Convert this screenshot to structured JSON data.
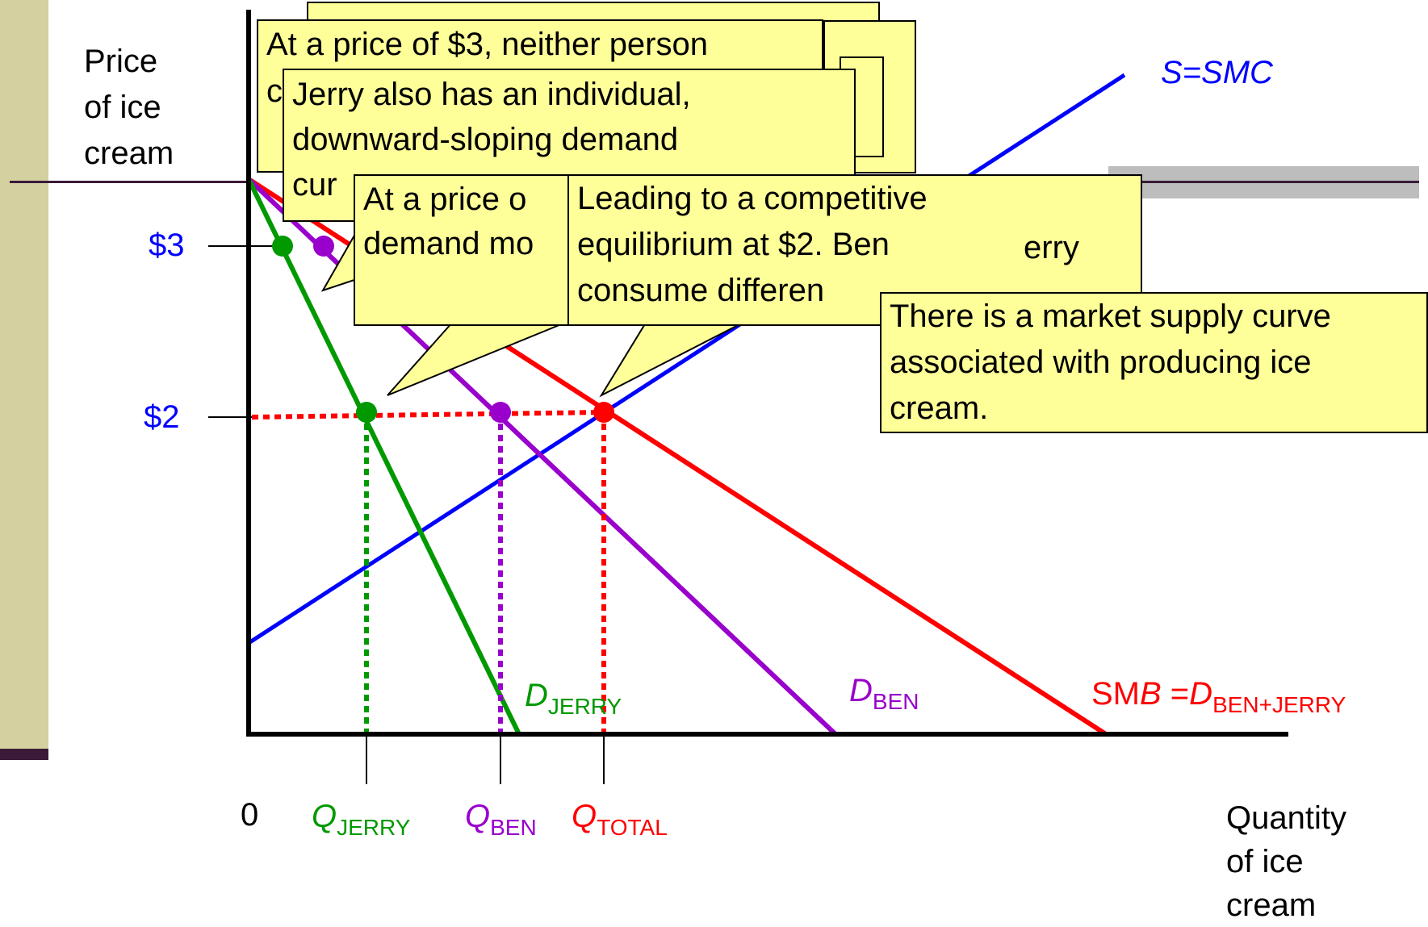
{
  "axes": {
    "y_title": [
      "Price",
      "of ice",
      "cream"
    ],
    "x_title": [
      "Quantity",
      "of ice",
      "cream"
    ],
    "origin": "0"
  },
  "price_ticks": [
    {
      "label": "$3",
      "value": 3
    },
    {
      "label": "$2",
      "value": 2
    }
  ],
  "quantity_ticks": [
    {
      "main": "Q",
      "sub": "JERRY",
      "color": "#009900"
    },
    {
      "main": "Q",
      "sub": "BEN",
      "color": "#9900cc"
    },
    {
      "main": "Q",
      "sub": "TOTAL",
      "color": "#ff0000"
    }
  ],
  "curve_labels": {
    "supply": "S=SMC",
    "d_jerry": {
      "main": "D",
      "sub": "JERRY"
    },
    "d_ben": {
      "main": "D",
      "sub": "BEN"
    },
    "smb": {
      "prefix": "SM",
      "italic": "B",
      "eq": " =",
      "main": "D",
      "sub": "BEN+JERRY"
    }
  },
  "callouts": {
    "c1": "At a price of $3, neither person",
    "c1_line2": "c",
    "c2": [
      "Jerry also has an individual,",
      "downward-sloping demand",
      "cur"
    ],
    "c3": [
      "At a price o",
      "demand mo"
    ],
    "c4": [
      "Leading to a competitive",
      "equilibrium at $2.  Ben",
      "consume differen"
    ],
    "c4_tail": "erry",
    "c5": [
      "There is a market supply curve",
      "associated with producing ice",
      "cream."
    ]
  },
  "colors": {
    "jerry": "#009900",
    "ben": "#9900cc",
    "total": "#ff0000",
    "supply": "#0000ff",
    "callout_fill": "#ffff99"
  }
}
